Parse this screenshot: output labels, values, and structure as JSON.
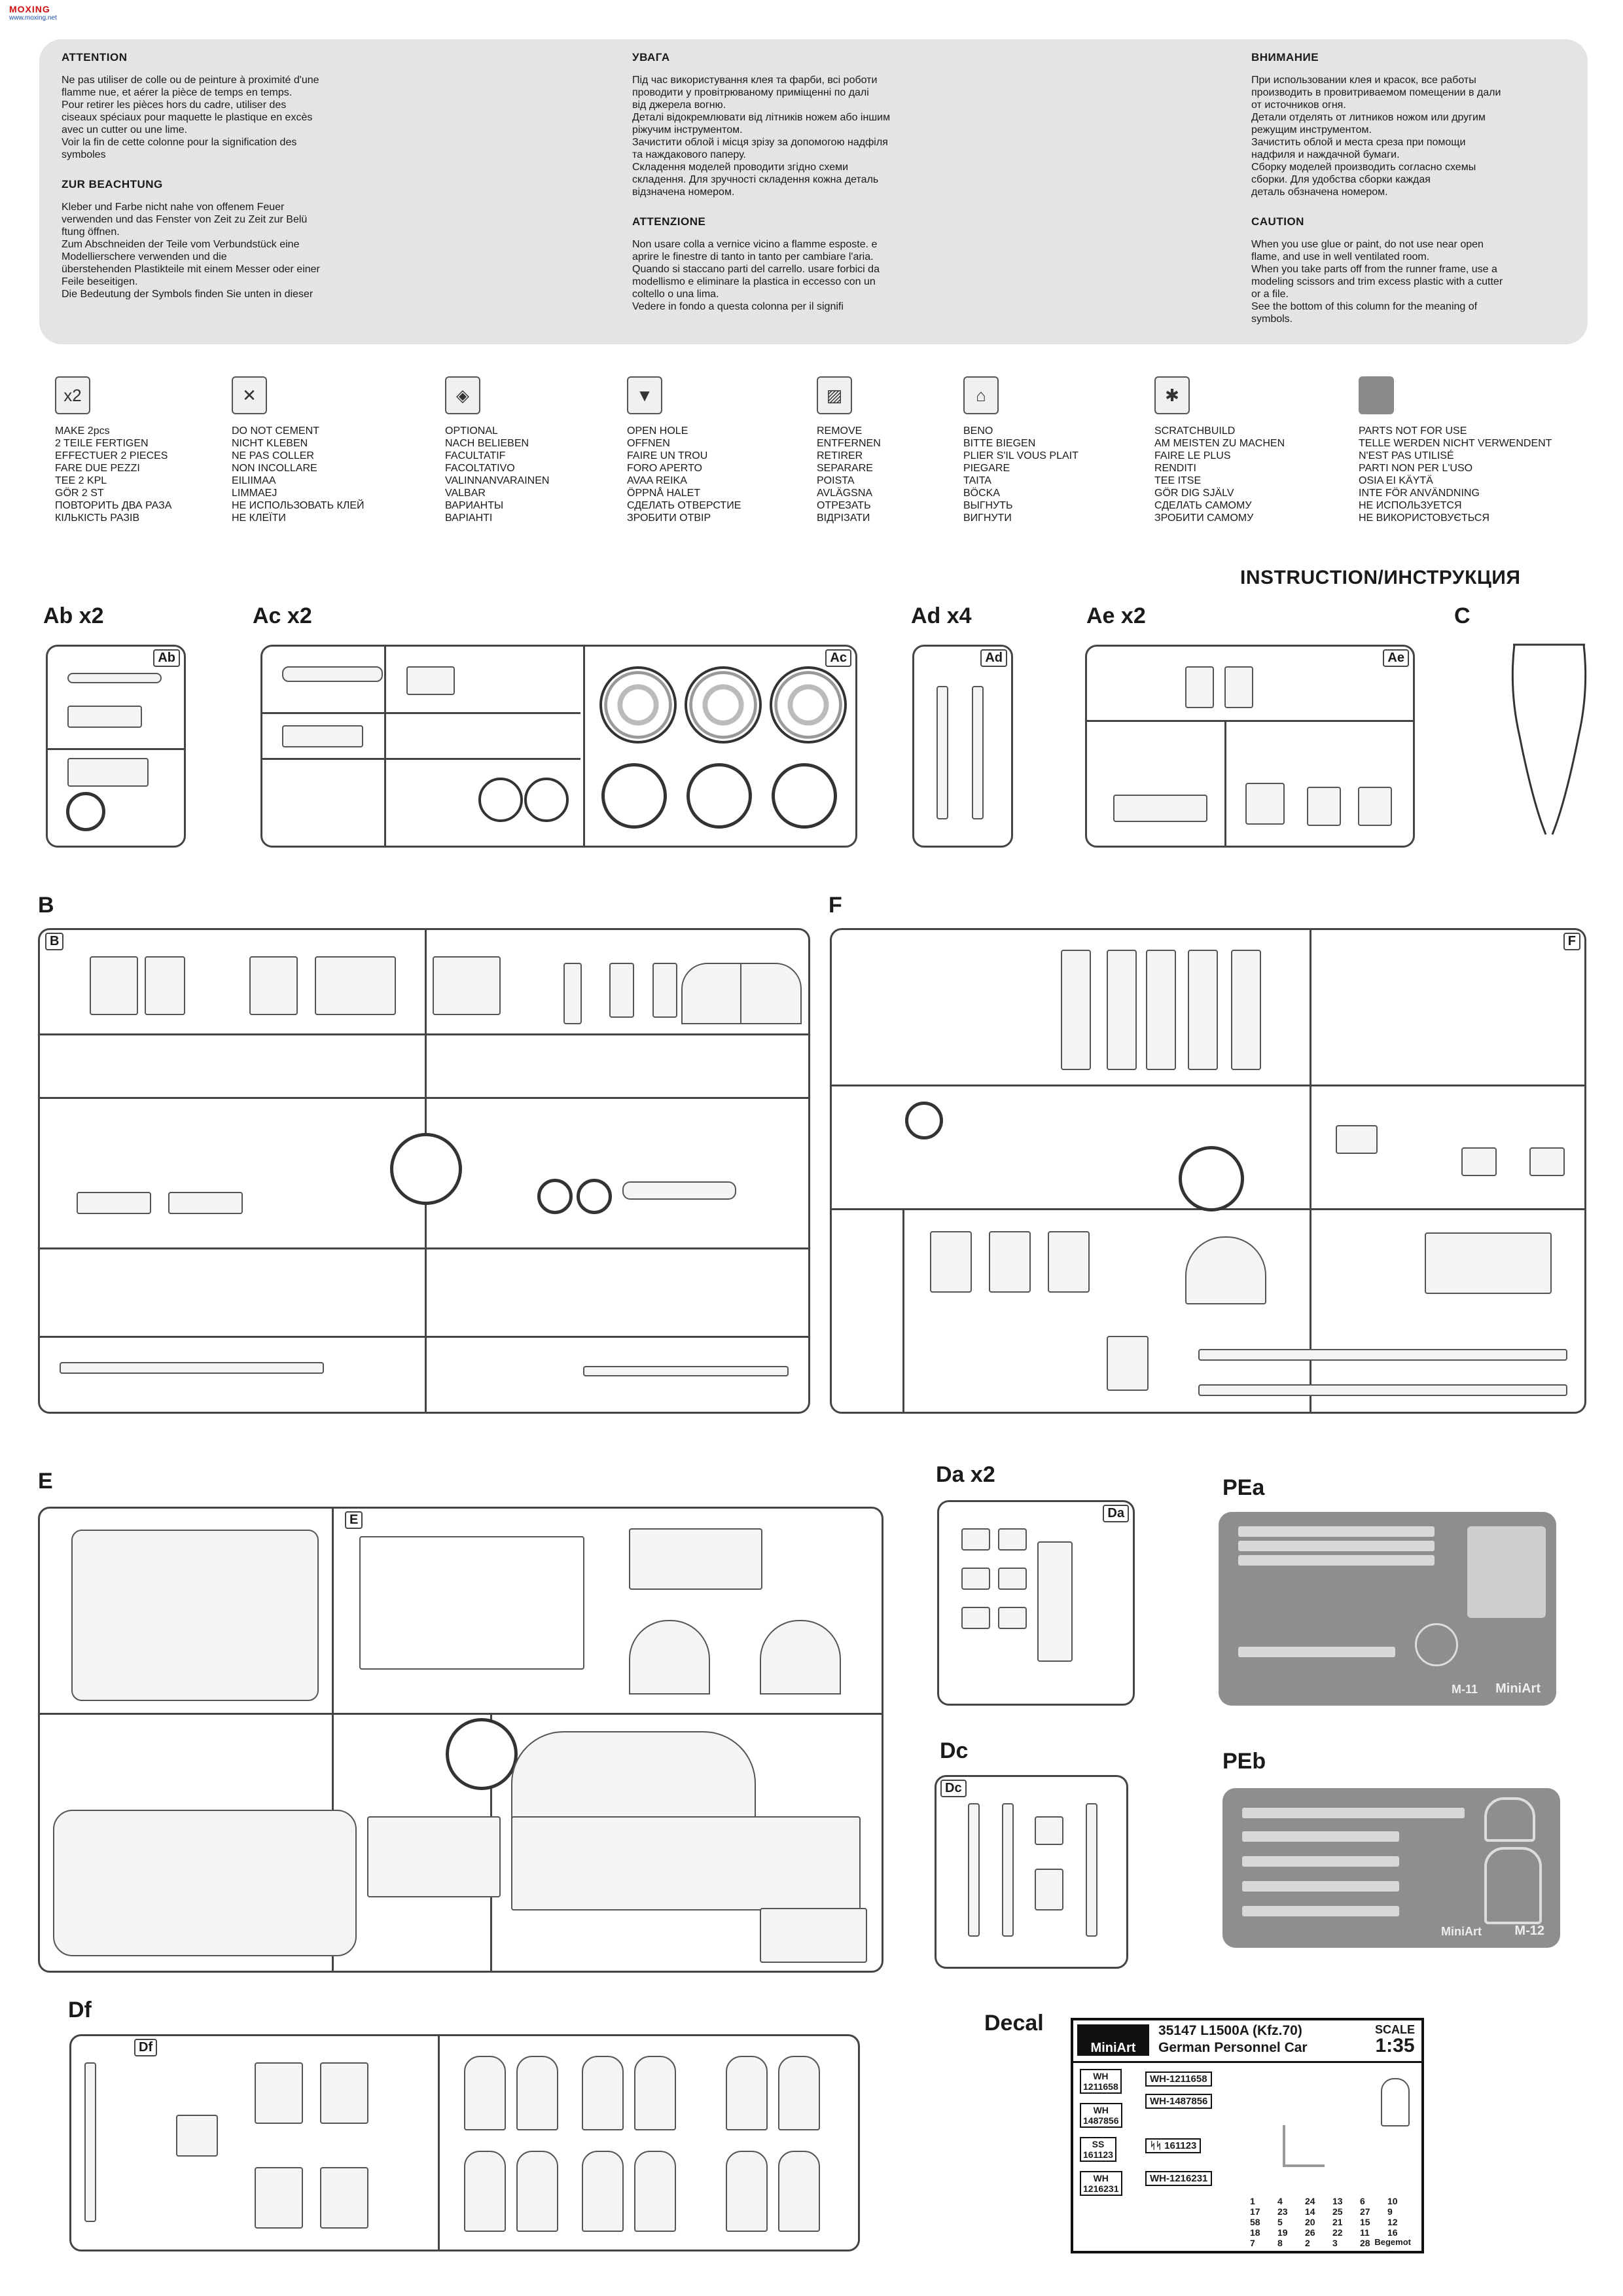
{
  "site_logo": {
    "line1": "MOXING",
    "line2": "www.moxing.net"
  },
  "warnings": [
    {
      "blocks": [
        {
          "title": "ATTENTION",
          "text": "Ne pas utiliser de colle ou de peinture à proximité d'une\nflamme nue, et aérer la pièce de temps en temps.\nPour retirer les pièces hors du cadre, utiliser des\nciseaux spéciaux pour maquette le plastique en excès\navec un cutter ou une lime.\nVoir la fin de cette colonne pour la signification des\nsymboles"
        },
        {
          "title": "ZUR BEACHTUNG",
          "text": "Kleber und Farbe nicht nahe von offenem Feuer\nverwenden und das Fenster von Zeit zu Zeit zur Belü\nftung öffnen.\nZum Abschneiden der Teile vom Verbundstück eine\nModellierschere verwenden und die\nüberstehenden Plastikteile mit einem Messer oder einer\nFeile beseitigen.\nDie Bedeutung der Symbols finden Sie unten in dieser"
        }
      ]
    },
    {
      "blocks": [
        {
          "title": "УВАГА",
          "text": "Під час використування клея та фарби, всі роботи\nпроводити у провітрюваному приміщенні по далі\nвід джерела вогню.\nДеталі відокремлювати від літників ножем або іншим\nріжучим інструментом.\nЗачистити облой і місця зрізу за допомогою надфіля\nта наждакового паперу.\nСкладення моделей проводити згідно схеми\nскладення. Для зручності складення кожна деталь\nвідзначена номером."
        },
        {
          "title": "ATTENZIONE",
          "text": "Non usare colla a vernice vicino a flamme esposte. e\naprire le finestre di tanto in tanto per cambiare l'aria.\nQuando si staccano parti del carrello. usare forbici da\nmodellismo e eliminare la plastica in eccesso con un\ncoltello o una lima.\nVedere in fondo a questa colonna per il signifi"
        }
      ]
    },
    {
      "blocks": [
        {
          "title": "ВНИМАНИЕ",
          "text": "При использовании клея и красок, все работы\nпроизводить в провитриваемом помещении в дали\nот источников огня.\nДетали отделять от литников ножом или другим\nрежущим инструментом.\nЗачистить облой и места среза при помощи\nнадфиля и наждачной бумаги.\nСборку моделей производить согласно схемы\nсборки. Для удобства сборки каждая\nдеталь обзначена номером."
        },
        {
          "title": "CAUTION",
          "text": "When you use glue or paint, do not use near open\nflame, and use in well ventilated room.\nWhen you take parts off from the runner frame, use a\nmodeling scissors and trim excess plastic with a cutter\nor a file.\nSee the bottom of this column for the meaning of\nsymbols."
        }
      ]
    }
  ],
  "symbols": [
    {
      "icon": "x2-icon",
      "glyph": "x2",
      "text": "MAKE 2pcs\n2 TEILE FERTIGEN\nEFFECTUER 2 PIECES\nFARE DUE PEZZI\nTEE 2 KPL\nGÖR 2 ST\nПОВТОРИТЬ ДВА РАЗА\nКІЛЬКІСТЬ РАЗІВ"
    },
    {
      "icon": "no-glue-icon",
      "glyph": "✕",
      "text": "DO NOT CEMENT\nNICHT KLEBEN\nNE PAS COLLER\nNON INCOLLARE\nEILIIMAA\nLIMMAEJ\nНЕ ИСПОЛЬЗОВАТЬ КЛЕЙ\nНЕ КЛЕЇТИ"
    },
    {
      "icon": "optional-icon",
      "glyph": "◈",
      "text": "OPTIONAL\nNACH BELIEBEN\nFACULTATIF\nFACOLTATIVO\nVALINNANVARAINEN\nVALBAR\nВАРИАНТЫ\nВАРІАНТІ"
    },
    {
      "icon": "open-hole-icon",
      "glyph": "▼",
      "text": "OPEN HOLE\nOFFNEN\nFAIRE UN TROU\nFORO APERTO\nAVAA REIKA\nÖPPNÅ HALET\nСДЕЛАТЬ ОТВЕРСТИЕ\nЗРОБИТИ ОТВІР"
    },
    {
      "icon": "remove-icon",
      "glyph": "▨",
      "text": "REMOVE\nENTFERNEN\nRETIRER\nSEPARARE\nPOISTA\nAVLÄGSNA\nОТРЕЗАТЬ\nВІДРІЗАТИ"
    },
    {
      "icon": "bend-icon",
      "glyph": "⌂",
      "text": "BENO\nBITTE BIEGEN\nPLIER S'IL VOUS PLAIT\nPIEGARE\nTAITA\nBÖCKA\nВЫГНУТЬ\nВИГНУТИ"
    },
    {
      "icon": "scratchbuild-icon",
      "glyph": "✱",
      "text": "SCRATCHBUILD\nAM MEISTEN ZU MACHEN\nFAIRE LE PLUS\nRENDITI\nTEE ITSE\nGÖR DIG SJÄLV\nСДЕЛАТЬ САМОМУ\nЗРОБИТИ САМОМУ"
    },
    {
      "icon": "parts-not-for-use-icon",
      "glyph": "",
      "text": "PARTS NOT FOR USE\nTELLE WERDEN NICHT VERWENDENT\nN'EST PAS UTILISÉ\nPARTI NON PER L'USO\nOSIA EI KÄYTÄ\nINTE FÖR ANVÄNDNING\nНЕ ИСПОЛЬЗУЕТСЯ\nНЕ ВИКОРИСТОВУЄТЬСЯ"
    }
  ],
  "instruction_title": "INSTRUCTION/ИНСТРУКЦИЯ",
  "sprue_labels": {
    "ab": "Ab x2",
    "ac": "Ac x2",
    "ad": "Ad x4",
    "ae": "Ae x2",
    "c": "C",
    "b": "B",
    "f": "F",
    "e": "E",
    "da": "Da x2",
    "pea": "PEa",
    "dc": "Dc",
    "peb": "PEb",
    "df": "Df",
    "decal": "Decal"
  },
  "sprue_tags": {
    "ab": "Ab",
    "ac": "Ac",
    "ad": "Ad",
    "ae": "Ae",
    "b": "B",
    "f": "F",
    "e": "E",
    "da": "Da",
    "dc": "Dc",
    "df": "Df"
  },
  "pe_marks": {
    "pea": "M-11",
    "pea_brand": "MiniArt",
    "peb": "M-12",
    "peb_brand": "MiniArt"
  },
  "decal_sheet": {
    "brand": "MiniArt",
    "kit": "35147 L1500A (Kfz.70)",
    "name": "German Personnel Car",
    "scale_label": "SCALE",
    "scale": "1:35",
    "plates_left": [
      "WH\n1211658",
      "WH\n1487856",
      "SS\n161123",
      "WH\n1216231"
    ],
    "plates_long": [
      "WH-1211658",
      "WH-1487856",
      "ᛋᛋ 161123",
      "WH-1216231"
    ],
    "numbers": [
      "1",
      "4",
      "24",
      "13",
      "6",
      "10",
      "17",
      "23",
      "14",
      "25",
      "27",
      "9",
      "58",
      "5",
      "20",
      "21",
      "15",
      "12",
      "18",
      "19",
      "26",
      "22",
      "11",
      "16",
      "7",
      "8",
      "2",
      "3",
      "28"
    ],
    "byline": "Begemot"
  }
}
